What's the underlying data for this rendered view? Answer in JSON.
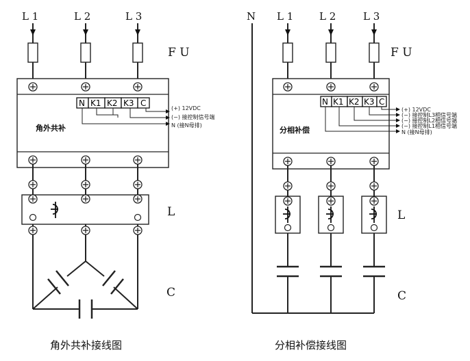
{
  "left": {
    "phases": [
      "L 1",
      "L 2",
      "L 3"
    ],
    "fu_label": "F U",
    "terminals": [
      "N",
      "K1",
      "K2",
      "K3",
      "C"
    ],
    "notes": [
      "(+) 12VDC",
      "(−) 接控制信号端",
      "N (接N母排)"
    ],
    "unit_name": "角外共补",
    "l_label": "L",
    "c_label": "C",
    "caption": "角外共补接线图"
  },
  "right": {
    "n_label": "N",
    "phases": [
      "L 1",
      "L 2",
      "L 3"
    ],
    "fu_label": "F U",
    "terminals": [
      "N",
      "K1",
      "K2",
      "K3",
      "C"
    ],
    "notes": [
      "(+) 12VDC",
      "(−) 接控制L3相信号端",
      "(−) 接控制L2相信号端",
      "(−) 接控制L1相信号端",
      "N (接N母排)"
    ],
    "unit_name": "分相补偿",
    "l_label": "L",
    "c_label": "C",
    "caption": "分相补偿接线图"
  }
}
